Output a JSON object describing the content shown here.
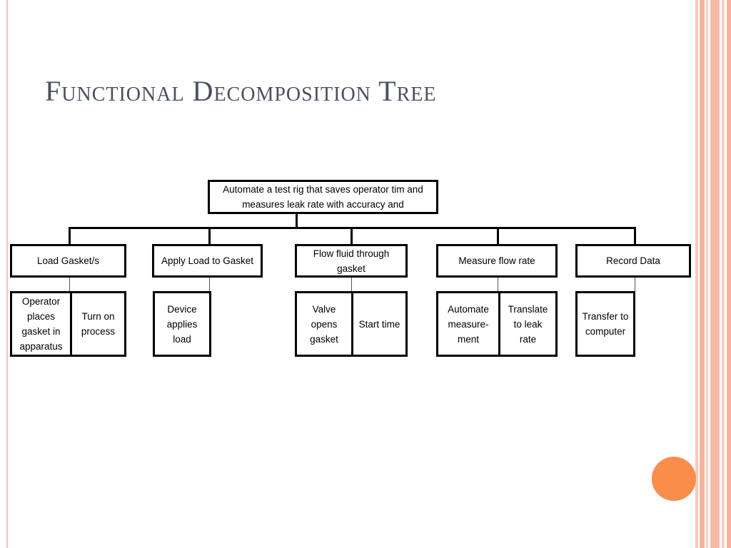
{
  "slide": {
    "title": "Functional Decomposition Tree",
    "colors": {
      "accent": "#fa8d4a",
      "stripe": "#f5b9a3",
      "title": "#4a5061"
    }
  },
  "tree": {
    "root": "Automate a test rig that saves operator tim and measures leak rate with accuracy and",
    "functions": [
      {
        "label": "Load Gasket/s",
        "subfunctions": [
          "Operator places gasket in apparatus",
          "Turn on process"
        ]
      },
      {
        "label": "Apply Load to Gasket",
        "subfunctions": [
          "Device applies load"
        ]
      },
      {
        "label": "Flow fluid through gasket",
        "subfunctions": [
          "Valve opens gasket",
          "Start time"
        ]
      },
      {
        "label": "Measure flow rate",
        "subfunctions": [
          "Automate measure-ment",
          "Translate to leak rate"
        ]
      },
      {
        "label": "Record Data",
        "subfunctions": [
          "Transfer to computer"
        ]
      }
    ]
  }
}
